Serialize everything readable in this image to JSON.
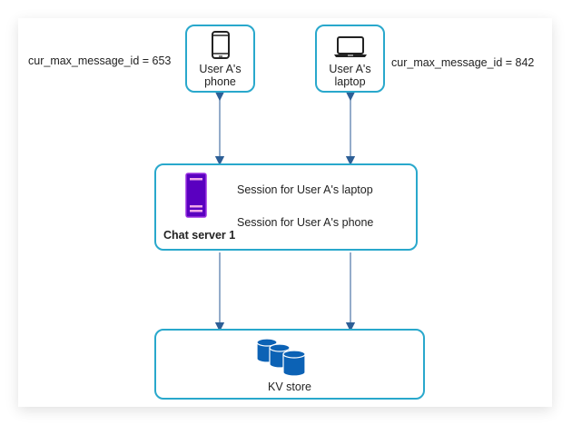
{
  "diagram": {
    "phone": {
      "label_line1": "User A's",
      "label_line2": "phone",
      "cur_max_message_id": "cur_max_message_id = 653"
    },
    "laptop": {
      "label_line1": "User A's",
      "label_line2": "laptop",
      "cur_max_message_id": "cur_max_message_id = 842"
    },
    "chat_server": {
      "name": "Chat server 1",
      "sessions": [
        "Session for User A's laptop",
        "Session for User A's phone"
      ]
    },
    "kv_store": {
      "label": "KV store"
    },
    "colors": {
      "border": "#29a8cc",
      "arrow": "#2d5f96",
      "server": "#6a0dbd",
      "db": "#0c62b5"
    }
  }
}
